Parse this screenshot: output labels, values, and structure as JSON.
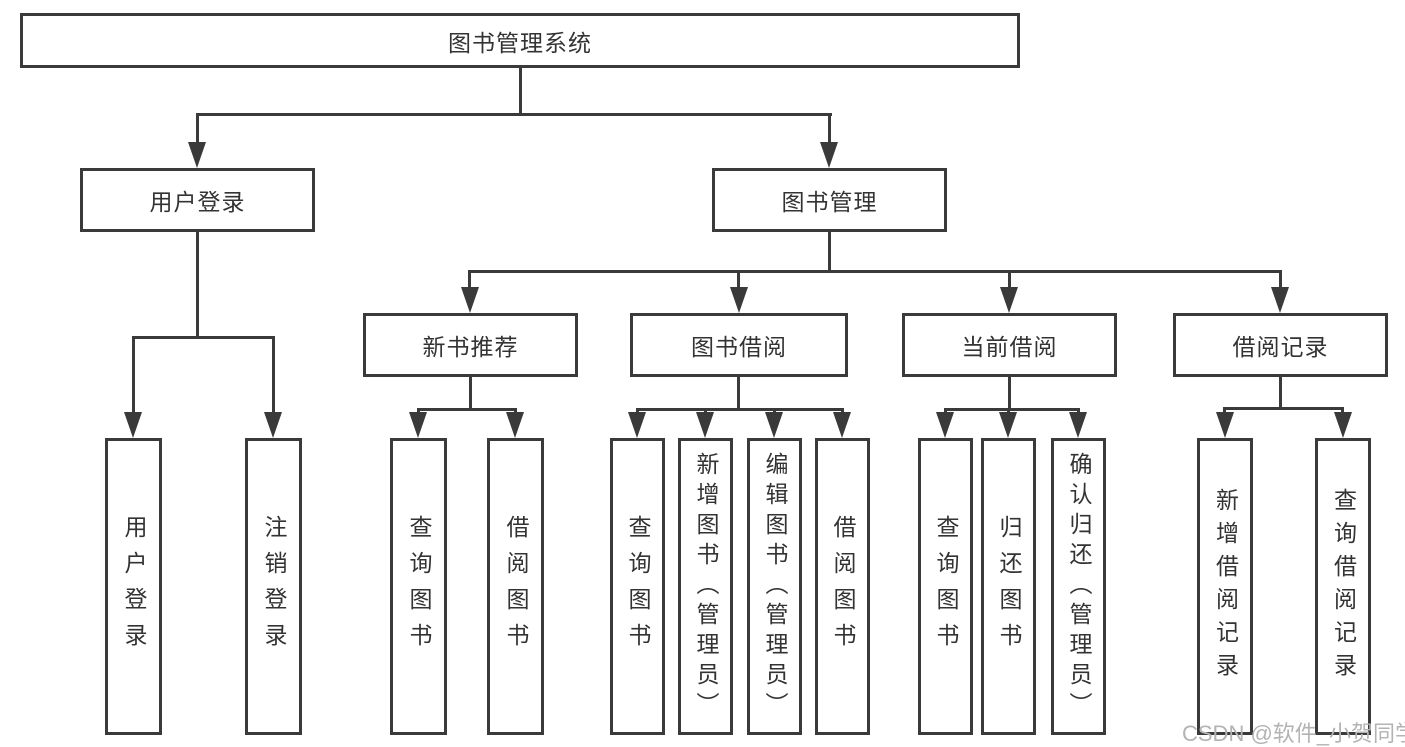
{
  "diagram": {
    "title": "图书管理系统",
    "tree": {
      "root": {
        "label": "图书管理系统"
      },
      "branches": [
        {
          "label": "用户登录",
          "children": [
            {
              "label": "用户登录"
            },
            {
              "label": "注销登录"
            }
          ]
        },
        {
          "label": "图书管理",
          "children": [
            {
              "label": "新书推荐",
              "children": [
                {
                  "label": "查询图书"
                },
                {
                  "label": "借阅图书"
                }
              ]
            },
            {
              "label": "图书借阅",
              "children": [
                {
                  "label": "查询图书"
                },
                {
                  "label": "新增图书（管理员）"
                },
                {
                  "label": "编辑图书（管理员）"
                },
                {
                  "label": "借阅图书"
                }
              ]
            },
            {
              "label": "当前借阅",
              "children": [
                {
                  "label": "查询图书"
                },
                {
                  "label": "归还图书"
                },
                {
                  "label": "确认归还（管理员）"
                }
              ]
            },
            {
              "label": "借阅记录",
              "children": [
                {
                  "label": "新增借阅记录"
                },
                {
                  "label": "查询借阅记录"
                }
              ]
            }
          ]
        }
      ]
    },
    "colors": {
      "line": "#3a3a3a",
      "text": "#333333",
      "background": "#ffffff",
      "watermark": "#b3b3b3"
    }
  },
  "watermark": {
    "text": "CSDN @软件_小贺同学"
  }
}
